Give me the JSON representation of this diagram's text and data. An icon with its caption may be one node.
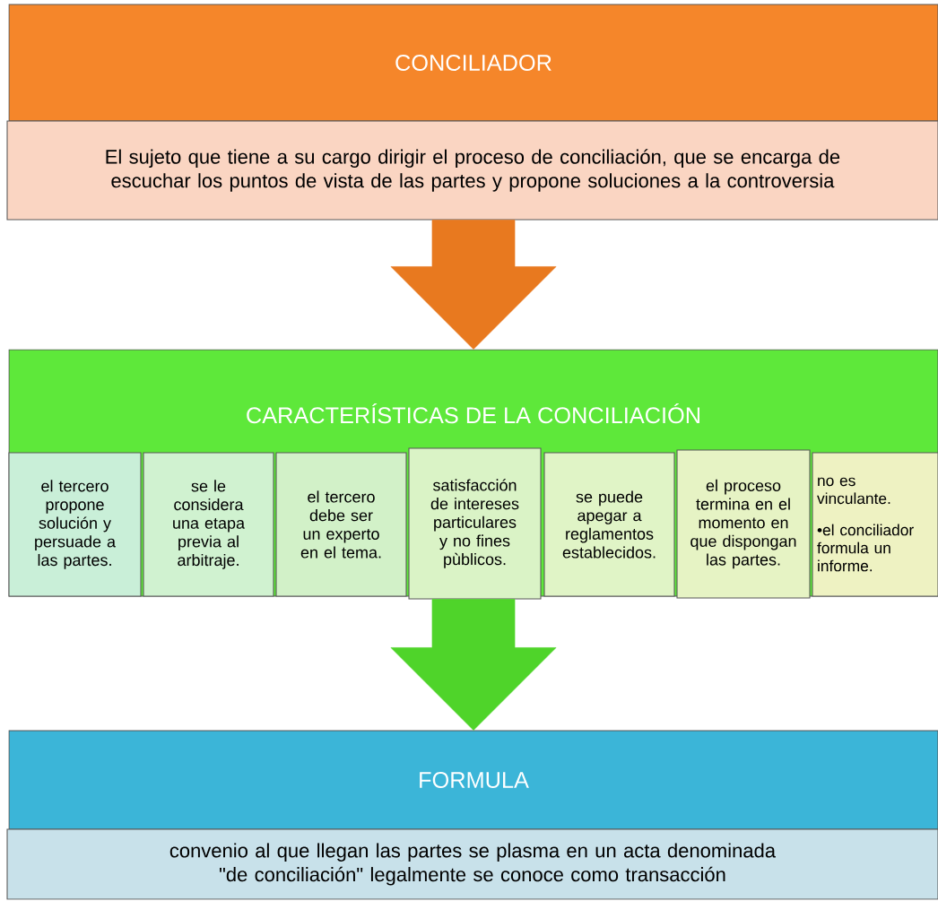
{
  "diagram": {
    "nodes": [
      {
        "text": [
          "CONCILIADOR"
        ]
      },
      {
        "text": [
          "El sujeto que tiene a su cargo dirigir el proceso de conciliación, que se encarga de escuchar los puntos de vista de las partes y propone soluciones  a la controversia"
        ]
      },
      {
        "text": [
          "CARACTERÍSTICAS DE LA CONCILIACIÓN"
        ]
      },
      {
        "text": [
          "el tercero propone solución y persuade a las partes."
        ],
        "in": 2
      },
      {
        "text": [
          "se le considera una etapa previa al arbitraje."
        ],
        "in": 2
      },
      {
        "text": [
          "el tercero debe ser un experto en el tema."
        ],
        "in": 2
      },
      {
        "text": [
          "satisfacción de intereses particulares y no fines pùblicos."
        ],
        "in": 2
      },
      {
        "text": [
          "se puede apegar a reglamentos establecidos."
        ],
        "in": 2
      },
      {
        "text": [
          "el proceso termina en el momento en que dispongan las partes."
        ],
        "in": 2
      },
      {
        "text": [
          "no es vinculante.",
          "•el conciliador formula un informe."
        ],
        "in": 2
      },
      {
        "text": [
          "FORMULA"
        ]
      },
      {
        "text": [
          "convenio al que llegan las partes se plasma en un acta denominada \"de conciliación\" legalmente se conoce como transacción"
        ]
      }
    ],
    "edges": [
      {
        "from": 1,
        "to": 2,
        "arrow": "to",
        "color": "#e8791f"
      },
      {
        "from": 6,
        "to": 10,
        "arrow": "to",
        "color": "#4fd42a"
      }
    ]
  }
}
